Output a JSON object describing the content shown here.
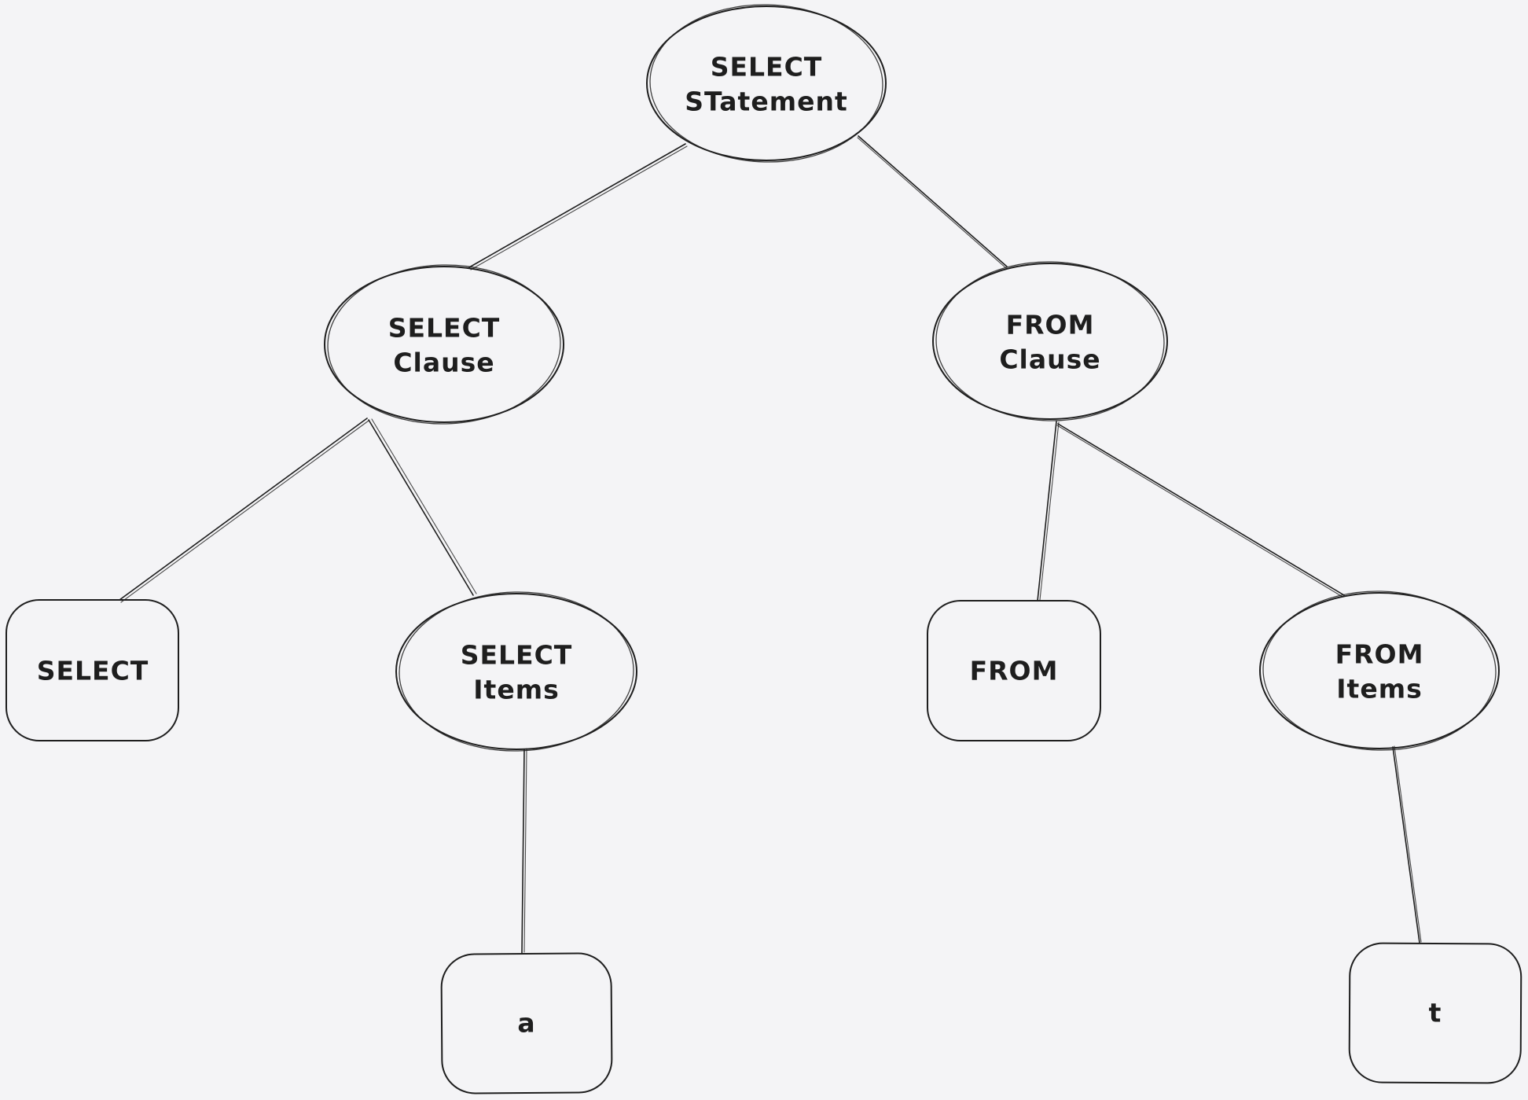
{
  "colors": {
    "background": "#f4f4f6",
    "stroke": "#1e1e1e",
    "text": "#1e1e1e"
  },
  "nodes": {
    "select_statement": {
      "line1": "SELECT",
      "line2": "STatement"
    },
    "select_clause": {
      "line1": "SELECT",
      "line2": "Clause"
    },
    "from_clause": {
      "line1": "FROM",
      "line2": "Clause"
    },
    "select_keyword": {
      "label": "SELECT"
    },
    "select_items": {
      "line1": "SELECT",
      "line2": "Items"
    },
    "from_keyword": {
      "label": "FROM"
    },
    "from_items": {
      "line1": "FROM",
      "line2": "Items"
    },
    "column_a": {
      "label": "a"
    },
    "table_t": {
      "label": "t"
    }
  }
}
